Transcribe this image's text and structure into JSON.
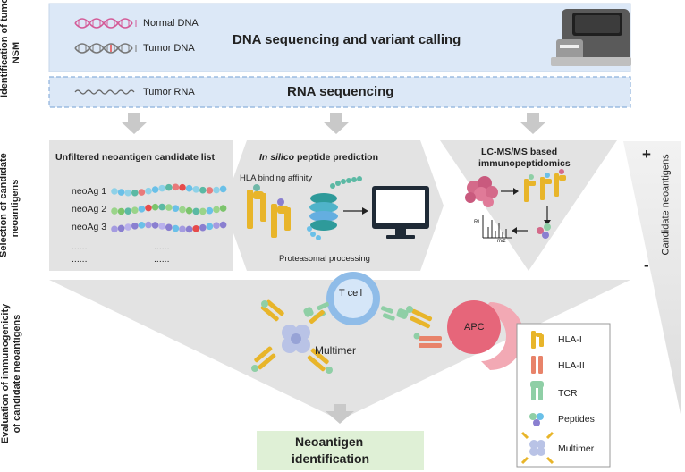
{
  "side_labels": {
    "row1": [
      "Identification of tumor",
      "NSM"
    ],
    "row2": [
      "Selection of candidate",
      "neoantigens"
    ],
    "row3": [
      "Evaluation of immunogenicity",
      "of candidate neoantigens"
    ]
  },
  "dna_box": {
    "normal_dna": "Normal DNA",
    "tumor_dna": "Tumor DNA",
    "title": "DNA sequencing and variant calling"
  },
  "rna_box": {
    "tumor_rna": "Tumor RNA",
    "title": "RNA sequencing"
  },
  "panel_list": {
    "title": "Unfiltered neoantigen candidate list",
    "items": [
      "neoAg 1",
      "neoAg 2",
      "neoAg 3"
    ],
    "ellipsis": "......"
  },
  "panel_insilico": {
    "title_italic": "In silico",
    "title_rest": " peptide prediction",
    "hla_binding": "HLA binding affinity",
    "proteasomal": "Proteasomal processing"
  },
  "panel_ms": {
    "title_line1": "LC-MS/MS based",
    "title_line2": "immunopeptidomics",
    "y_axis": "RI",
    "x_axis": "m/z"
  },
  "candidate_axis": {
    "plus": "+",
    "minus": "-",
    "label": "Candidate neoantigens"
  },
  "evaluation": {
    "tcell": "T cell",
    "apc": "APC",
    "multimer": "Multimer"
  },
  "legend": {
    "items": [
      "HLA-I",
      "HLA-II",
      "TCR",
      "Peptides",
      "Multimer"
    ]
  },
  "result": {
    "line1": "Neoantigen",
    "line2": "identification"
  },
  "colors": {
    "dna_bg": "#dce8f7",
    "funnel": "#e3e3e3",
    "result_bg": "#dff0d6",
    "hla1": "#e8b52a",
    "hla2": "#e8836a",
    "tcr": "#8fcfa6",
    "tcell": "#8fbce8",
    "apc": "#e6667a"
  }
}
